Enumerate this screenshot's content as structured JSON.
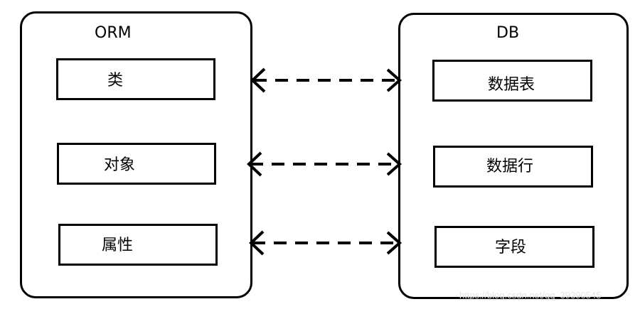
{
  "orm": {
    "title": "ORM",
    "items": [
      "类",
      "对象",
      "属性"
    ]
  },
  "db": {
    "title": "DB",
    "items": [
      "数据表",
      "数据行",
      "字段"
    ]
  },
  "connectors": [
    "类 ↔ 数据表",
    "对象 ↔ 数据行",
    "属性 ↔ 字段"
  ],
  "watermark": "https://blog.csdn.net/qq_39390545",
  "colors": {
    "stroke": "#000000",
    "background": "#ffffff",
    "watermark": "#e4e4e4"
  }
}
